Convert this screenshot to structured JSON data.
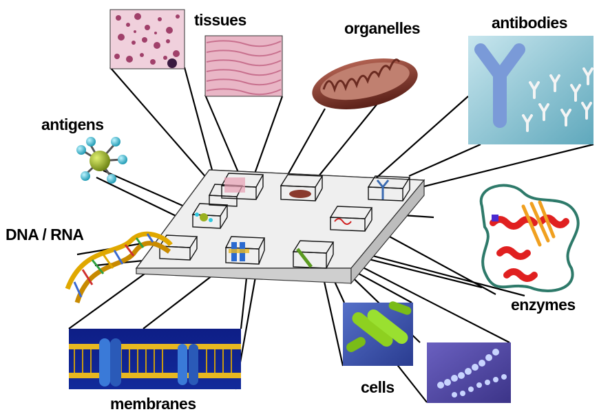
{
  "labels": {
    "tissues": "tissues",
    "organelles": "organelles",
    "antibodies": "antibodies",
    "antigens": "antigens",
    "dna_rna": "DNA / RNA",
    "enzymes": "enzymes",
    "membranes": "membranes",
    "cells": "cells"
  },
  "colors": {
    "chip_top": "#eeeeee",
    "chip_side": "#d6d6d6",
    "connector": "#000000",
    "tissue_stain": "#c06a8e",
    "muscle_pink": "#e4a0b8",
    "mitochondrion": "#8a3a2e",
    "antibody_bg": "#a8d4df",
    "antibody_blue": "#6e8fd0",
    "antigen_green": "#9ab020",
    "antigen_cyan": "#2ec8e0",
    "dna_gold": "#e0a800",
    "enzyme_red": "#e02020",
    "enzyme_orange": "#f0a020",
    "enzyme_teal": "#2e7a6a",
    "membrane_bg": "#0a1a7a",
    "channel_blue": "#3a7ad8",
    "bacteria_green": "#8ed020",
    "bacteria_bg": "#3a58b8",
    "cocci_bg": "#5a50b0"
  }
}
